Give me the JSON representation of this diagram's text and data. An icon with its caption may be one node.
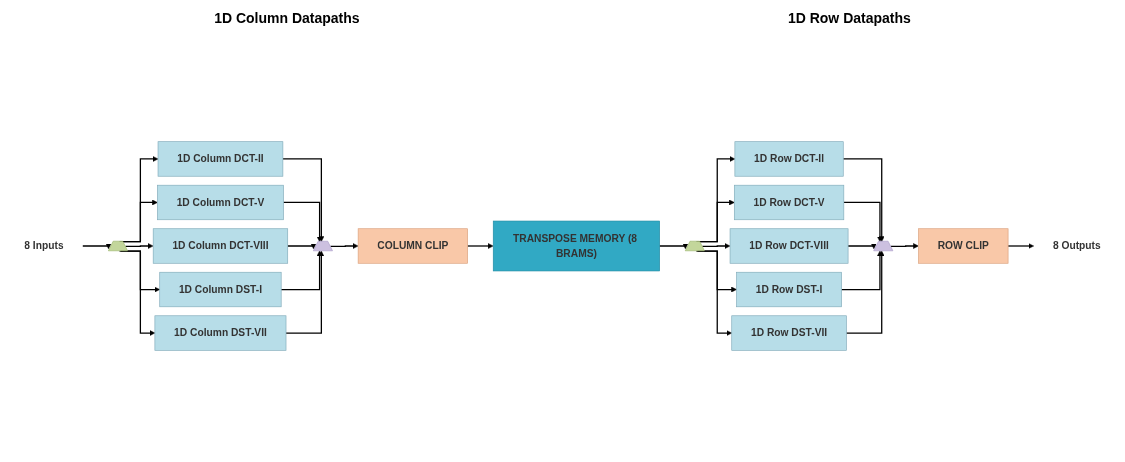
{
  "diagram": {
    "nodes": [
      {
        "text": [
          "8 Inputs"
        ]
      },
      {
        "text": [],
        "shape": "trapezoid"
      },
      {
        "text": [
          "1D Column DCT-II"
        ]
      },
      {
        "text": [
          "1D Column DCT-V"
        ]
      },
      {
        "text": [
          "1D Column DCT-VIII"
        ]
      },
      {
        "text": [
          "1D Column DST-I"
        ]
      },
      {
        "text": [
          "1D Column DST-VII"
        ]
      },
      {
        "text": [],
        "shape": "trapezoid"
      },
      {
        "text": [
          "COLUMN CLIP"
        ]
      },
      {
        "text": [
          "TRANSPOSE MEMORY (8 BRAMS)"
        ]
      },
      {
        "text": [],
        "shape": "trapezoid"
      },
      {
        "text": [
          "1D Row DCT-II"
        ]
      },
      {
        "text": [
          "1D Row DCT-V"
        ]
      },
      {
        "text": [
          "1D Row DCT-VIII"
        ]
      },
      {
        "text": [
          "1D Row DST-I"
        ]
      },
      {
        "text": [
          "1D Row DST-VII"
        ]
      },
      {
        "text": [],
        "shape": "trapezoid"
      },
      {
        "text": [
          "ROW CLIP"
        ]
      },
      {
        "text": [
          "8 Outputs"
        ]
      }
    ],
    "edges": [
      {
        "from": 0,
        "to": 1,
        "arrow": "to"
      },
      {
        "from": 1,
        "to": 2,
        "arrow": "to"
      },
      {
        "from": 1,
        "to": 3,
        "arrow": "to"
      },
      {
        "from": 1,
        "to": 4,
        "arrow": "to"
      },
      {
        "from": 1,
        "to": 5,
        "arrow": "to"
      },
      {
        "from": 1,
        "to": 6,
        "arrow": "to"
      },
      {
        "from": 2,
        "to": 7,
        "arrow": "to"
      },
      {
        "from": 3,
        "to": 7,
        "arrow": "to"
      },
      {
        "from": 4,
        "to": 7,
        "arrow": "to"
      },
      {
        "from": 5,
        "to": 7,
        "arrow": "to"
      },
      {
        "from": 6,
        "to": 7,
        "arrow": "to"
      },
      {
        "from": 7,
        "to": 8,
        "arrow": "to"
      },
      {
        "from": 8,
        "to": 9,
        "arrow": "to"
      },
      {
        "from": 9,
        "to": 10,
        "arrow": "to"
      },
      {
        "from": 10,
        "to": 11,
        "arrow": "to"
      },
      {
        "from": 10,
        "to": 12,
        "arrow": "to"
      },
      {
        "from": 10,
        "to": 13,
        "arrow": "to"
      },
      {
        "from": 10,
        "to": 14,
        "arrow": "to"
      },
      {
        "from": 10,
        "to": 15,
        "arrow": "to"
      },
      {
        "from": 11,
        "to": 16,
        "arrow": "to"
      },
      {
        "from": 12,
        "to": 16,
        "arrow": "to"
      },
      {
        "from": 13,
        "to": 16,
        "arrow": "to"
      },
      {
        "from": 14,
        "to": 16,
        "arrow": "to"
      },
      {
        "from": 15,
        "to": 16,
        "arrow": "to"
      },
      {
        "from": 16,
        "to": 17,
        "arrow": "to"
      },
      {
        "from": 17,
        "to": 18,
        "arrow": "to"
      }
    ],
    "labels": [
      "1D Column Datapaths",
      "1D Row Datapaths"
    ]
  }
}
